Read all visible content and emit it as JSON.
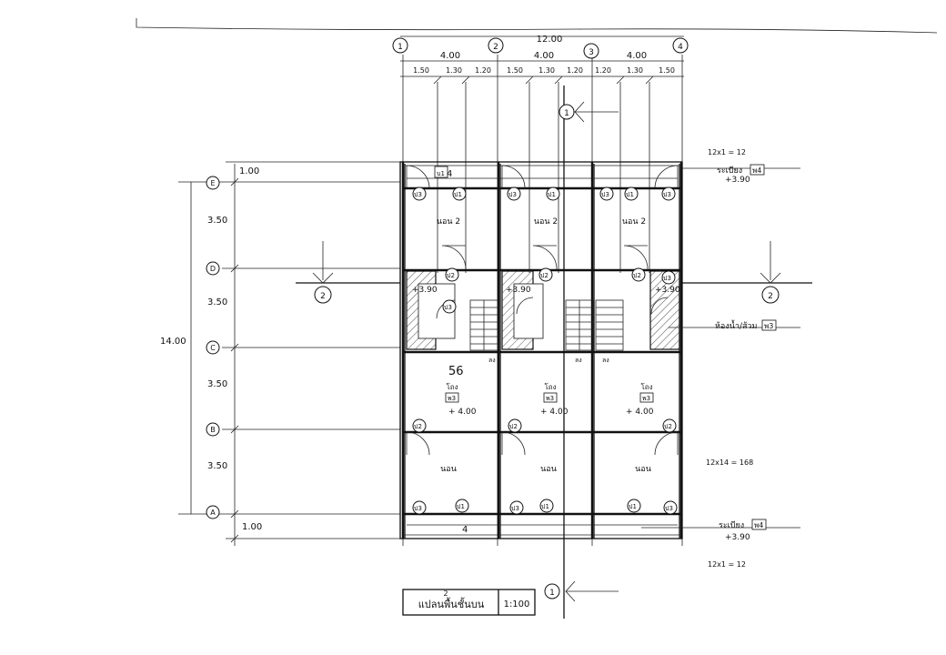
{
  "top_total": "12.00",
  "grid_top": [
    "1",
    "2",
    "3",
    "4"
  ],
  "bay_widths": [
    "4.00",
    "4.00",
    "4.00"
  ],
  "sub_dims": [
    "1.50",
    "1.30",
    "1.20",
    "1.50",
    "1.30",
    "1.20",
    "1.20",
    "1.30",
    "1.50"
  ],
  "grid_left": [
    "E",
    "D",
    "C",
    "B",
    "A"
  ],
  "left_dims": [
    "3.50",
    "3.50",
    "3.50",
    "3.50"
  ],
  "left_total": "14.00",
  "overhang_top": "1.00",
  "overhang_bottom": "1.00",
  "section_1": "1",
  "section_2": "2",
  "rooms": {
    "bed2": "นอน 2",
    "bed1": "นอน",
    "hall": "โถง",
    "floor_code": "พ3",
    "level_40": "+ 4.00",
    "level_390": "+3.90",
    "down": "ลง",
    "door_p1": "ป1",
    "door_p2": "ป2",
    "door_p3": "ป3",
    "door_b1": "บ1"
  },
  "annotations": {
    "balcony_top": "ระเบียง",
    "balcony_top_code": "พ4",
    "balcony_top_level": "+3.90",
    "balcony_bottom": "ระเบียง",
    "balcony_bottom_code": "พ4",
    "balcony_bottom_level": "+3.90",
    "wc": "ห้องน้ำ/ส้วม",
    "wc_code": "พ3",
    "hand_top": "12x1 = 12",
    "hand_mid": "12x14 = 168",
    "hand_bot": "12x1 = 12",
    "hand_56": "56",
    "hand_4a": "4",
    "hand_4b": "4"
  },
  "title_block": {
    "title": "แปลนพื้นชั้นบน",
    "scale": "1:100",
    "number": "2"
  }
}
